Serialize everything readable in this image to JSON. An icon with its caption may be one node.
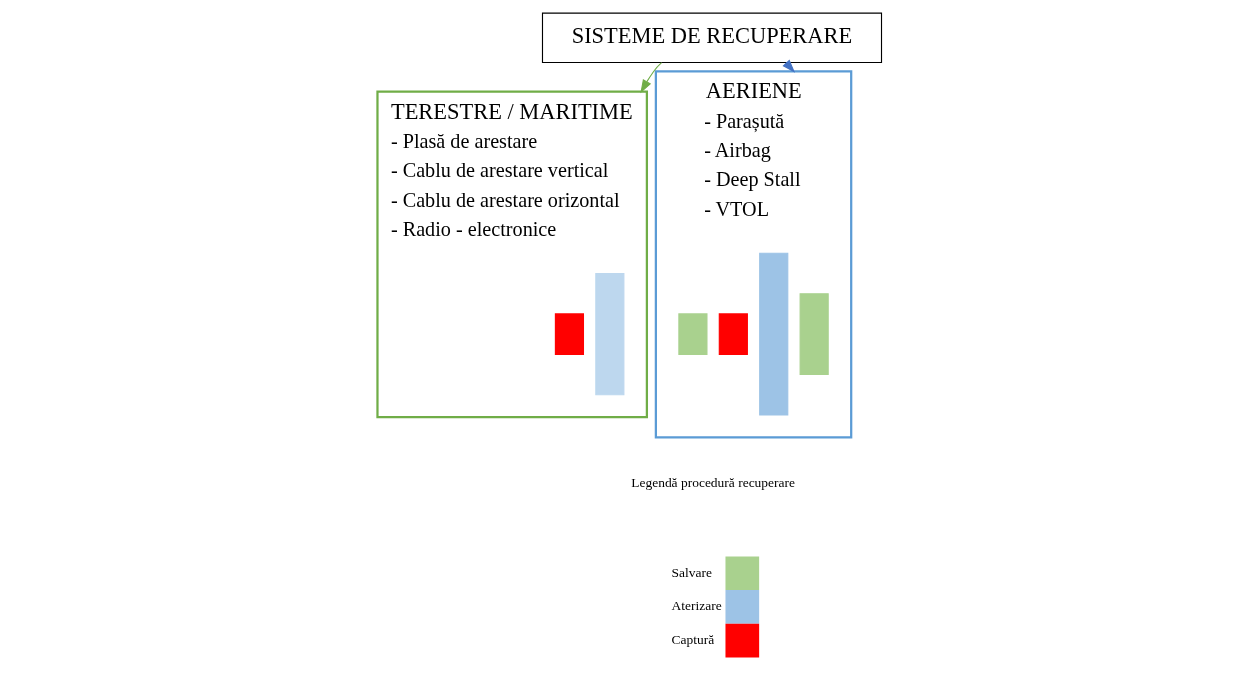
{
  "diagram": {
    "nodes": [
      {
        "text": [
          "SISTEME DE RECUPERARE"
        ]
      },
      {
        "text": [
          "TERESTRE / MARITIME",
          "- Plasă de arestare",
          "- Cablu de arestare vertical",
          "- Cablu de arestare orizontal",
          "- Radio - electronice"
        ]
      },
      {
        "text": [
          "AERIENE",
          "- Parașută",
          "- Airbag",
          "- Deep Stall",
          "- VTOL"
        ]
      },
      {
        "text": [],
        "shape": "bar",
        "in": 1
      },
      {
        "text": [],
        "shape": "bar",
        "in": 1
      },
      {
        "text": [],
        "shape": "bar",
        "in": 2
      },
      {
        "text": [],
        "shape": "bar",
        "in": 2
      },
      {
        "text": [],
        "shape": "bar",
        "in": 2
      },
      {
        "text": [],
        "shape": "bar",
        "in": 2
      }
    ],
    "edges": [
      {
        "from": 0,
        "to": 1,
        "arrow": "to",
        "color": "#70ad47"
      },
      {
        "from": 0,
        "to": 2,
        "arrow": "to",
        "color": "#4472c4"
      }
    ],
    "labels": [
      "Legendă procedură recuperare"
    ],
    "legend": [
      {
        "text": "Salvare",
        "color": "#a9d18e"
      },
      {
        "text": "Aterizare",
        "color": "#9dc3e6"
      },
      {
        "text": "Captură",
        "color": "#ff0000"
      }
    ]
  }
}
